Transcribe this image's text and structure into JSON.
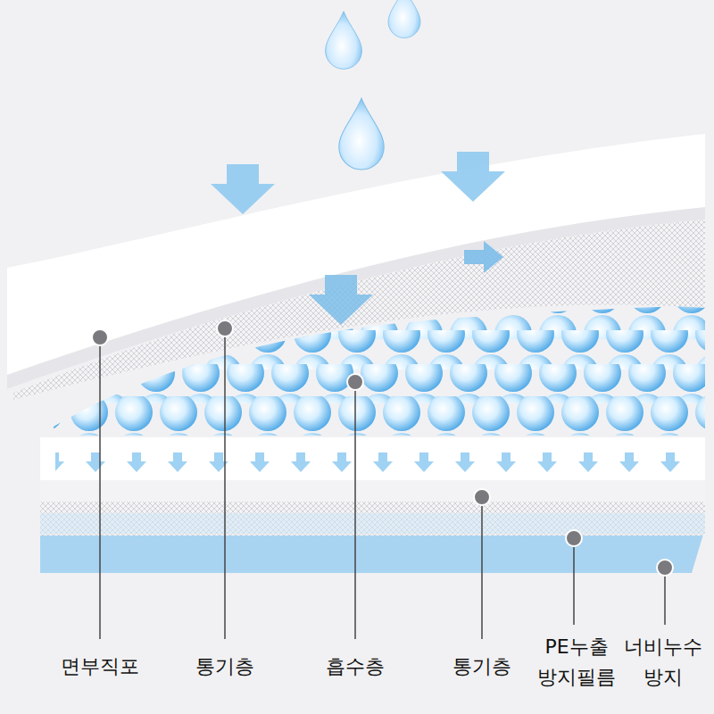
{
  "diagram": {
    "labels": [
      "면부직포",
      "통기층",
      "흡수층",
      "통기층",
      "PE누출 방지필름",
      "너비누수 방지"
    ]
  }
}
